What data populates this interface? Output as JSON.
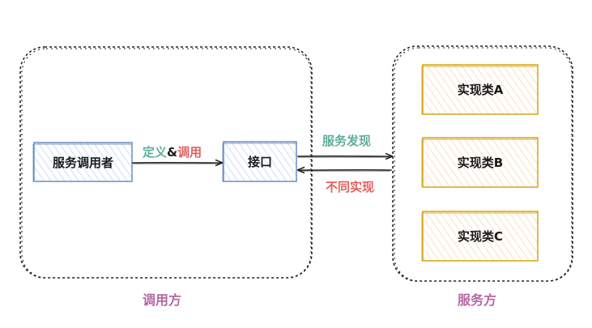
{
  "groups": {
    "caller_label": "调用方",
    "provider_label": "服务方"
  },
  "nodes": {
    "consumer": "服务调用者",
    "interface": "接口",
    "impl_a": "实现类A",
    "impl_b": "实现类B",
    "impl_c": "实现类C"
  },
  "edges": {
    "define_part1": "定义",
    "define_amp": "&",
    "define_part2": "调用",
    "discovery": "服务发现",
    "different_impl": "不同实现"
  },
  "colors": {
    "group_label": "#b667a6",
    "green_text": "#5fae99",
    "red_text": "#e2615f",
    "blue_stroke": "#6c8ebf",
    "blue_fill": "#dae8fc",
    "orange_stroke": "#d6a51a",
    "orange_fill": "#ffe6cc"
  }
}
